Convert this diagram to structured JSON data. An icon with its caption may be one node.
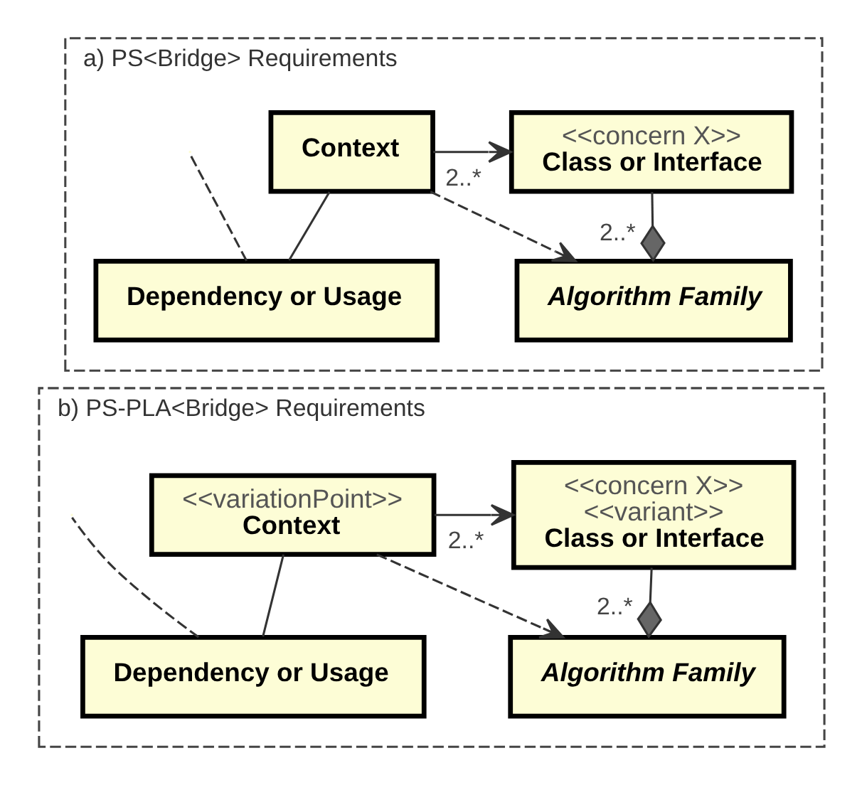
{
  "diagram": {
    "nodes": [
      {
        "text": [
          "a) PS<Bridge> Requirements"
        ]
      },
      {
        "text": [
          "<<concern X>>",
          "Class or Interface"
        ],
        "in": 0
      },
      {
        "text": [
          "Context"
        ],
        "in": 0
      },
      {
        "text": [
          "Dependency or Usage"
        ],
        "in": 0
      },
      {
        "text": [
          "Algorithm Family"
        ],
        "in": 0
      },
      {
        "text": [
          "b) PS-PLA<Bridge> Requirements"
        ]
      },
      {
        "text": [
          "<<concern X>>",
          "<<variant>>",
          "Class or Interface"
        ],
        "in": 5
      },
      {
        "text": [
          "<<variationPoint>>",
          "Context"
        ],
        "in": 5
      },
      {
        "text": [
          "Dependency or Usage"
        ],
        "in": 5
      },
      {
        "text": [
          "Algorithm Family"
        ],
        "in": 5
      }
    ],
    "edges": [
      {
        "from": 2,
        "to": 1,
        "arrow": "to",
        "label": "2..*"
      },
      {
        "from": 1,
        "to": 4,
        "arrow": "other",
        "label": "2..*"
      },
      {
        "from": 3,
        "to": null,
        "arrow": "none",
        "style": "dashed"
      },
      {
        "from": 2,
        "to": 3,
        "arrow": "none"
      },
      {
        "from": 2,
        "to": 4,
        "arrow": "to",
        "style": "dashed"
      },
      {
        "from": 7,
        "to": 6,
        "arrow": "to",
        "label": "2..*"
      },
      {
        "from": 6,
        "to": 9,
        "arrow": "other",
        "label": "2..*"
      },
      {
        "from": 8,
        "to": null,
        "arrow": "none",
        "style": "dashed"
      },
      {
        "from": 7,
        "to": 8,
        "arrow": "none"
      },
      {
        "from": 7,
        "to": 9,
        "arrow": "to",
        "style": "dashed"
      }
    ]
  }
}
